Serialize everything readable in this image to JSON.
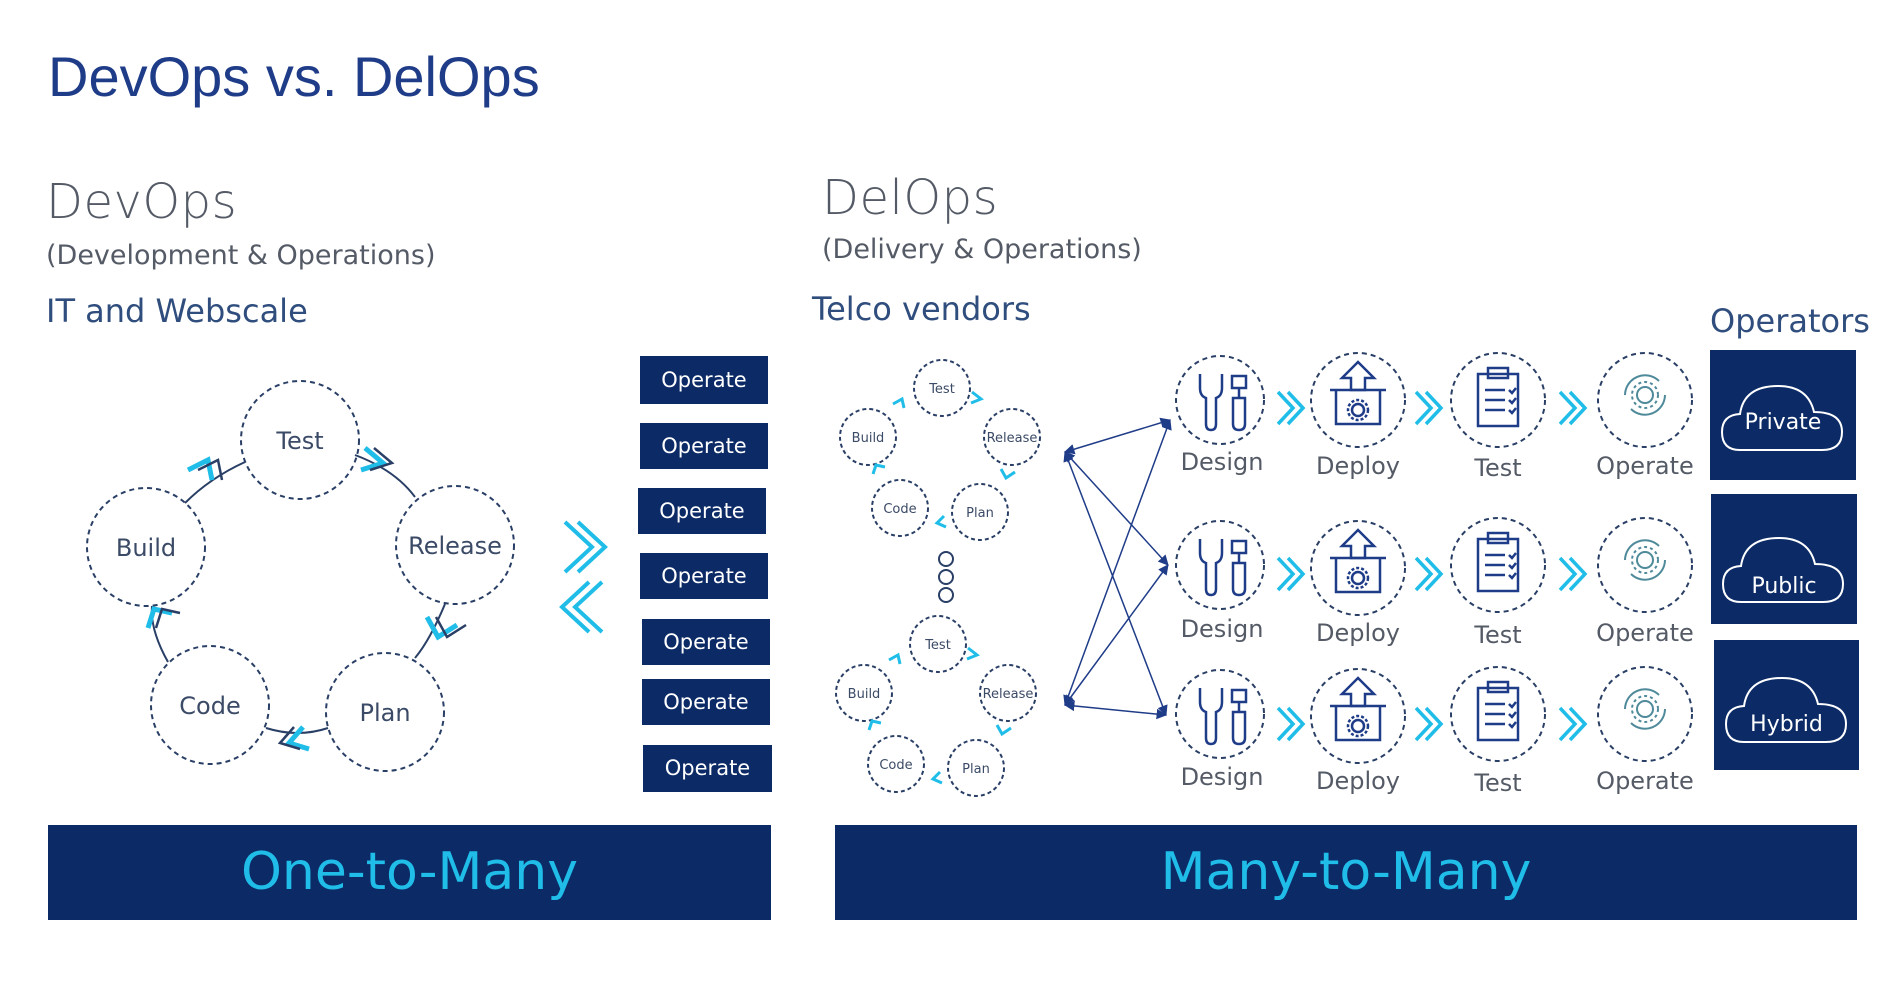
{
  "title": "DevOps vs. DelOps",
  "devops": {
    "heading": "DevOps",
    "subheading": "(Development & Operations)",
    "audience": "IT and Webscale",
    "cycle": [
      "Test",
      "Release",
      "Plan",
      "Code",
      "Build"
    ],
    "operate_boxes": [
      "Operate",
      "Operate",
      "Operate",
      "Operate",
      "Operate",
      "Operate",
      "Operate"
    ],
    "banner": "One-to-Many"
  },
  "delops": {
    "heading": "DelOps",
    "subheading": "(Delivery & Operations)",
    "audience": "Telco vendors",
    "cycle_top": [
      "Test",
      "Release",
      "Plan",
      "Code",
      "Build"
    ],
    "cycle_bottom": [
      "Test",
      "Release",
      "Plan",
      "Code",
      "Build"
    ],
    "pipeline_rows": [
      [
        "Design",
        "Deploy",
        "Test",
        "Operate"
      ],
      [
        "Design",
        "Deploy",
        "Test",
        "Operate"
      ],
      [
        "Design",
        "Deploy",
        "Test",
        "Operate"
      ]
    ],
    "operators_heading": "Operators",
    "clouds": [
      "Private",
      "Public",
      "Hybrid"
    ],
    "banner": "Many-to-Many"
  },
  "colors": {
    "navy": "#0b2a66",
    "accent_cyan": "#1fbde8",
    "title_blue": "#1f3c88",
    "gray_text": "#555b66"
  },
  "icons": [
    "wrench-screwdriver-icon",
    "box-upload-gear-icon",
    "clipboard-checklist-icon",
    "gear-cycle-icon",
    "cloud-icon",
    "double-chevron-icon"
  ]
}
